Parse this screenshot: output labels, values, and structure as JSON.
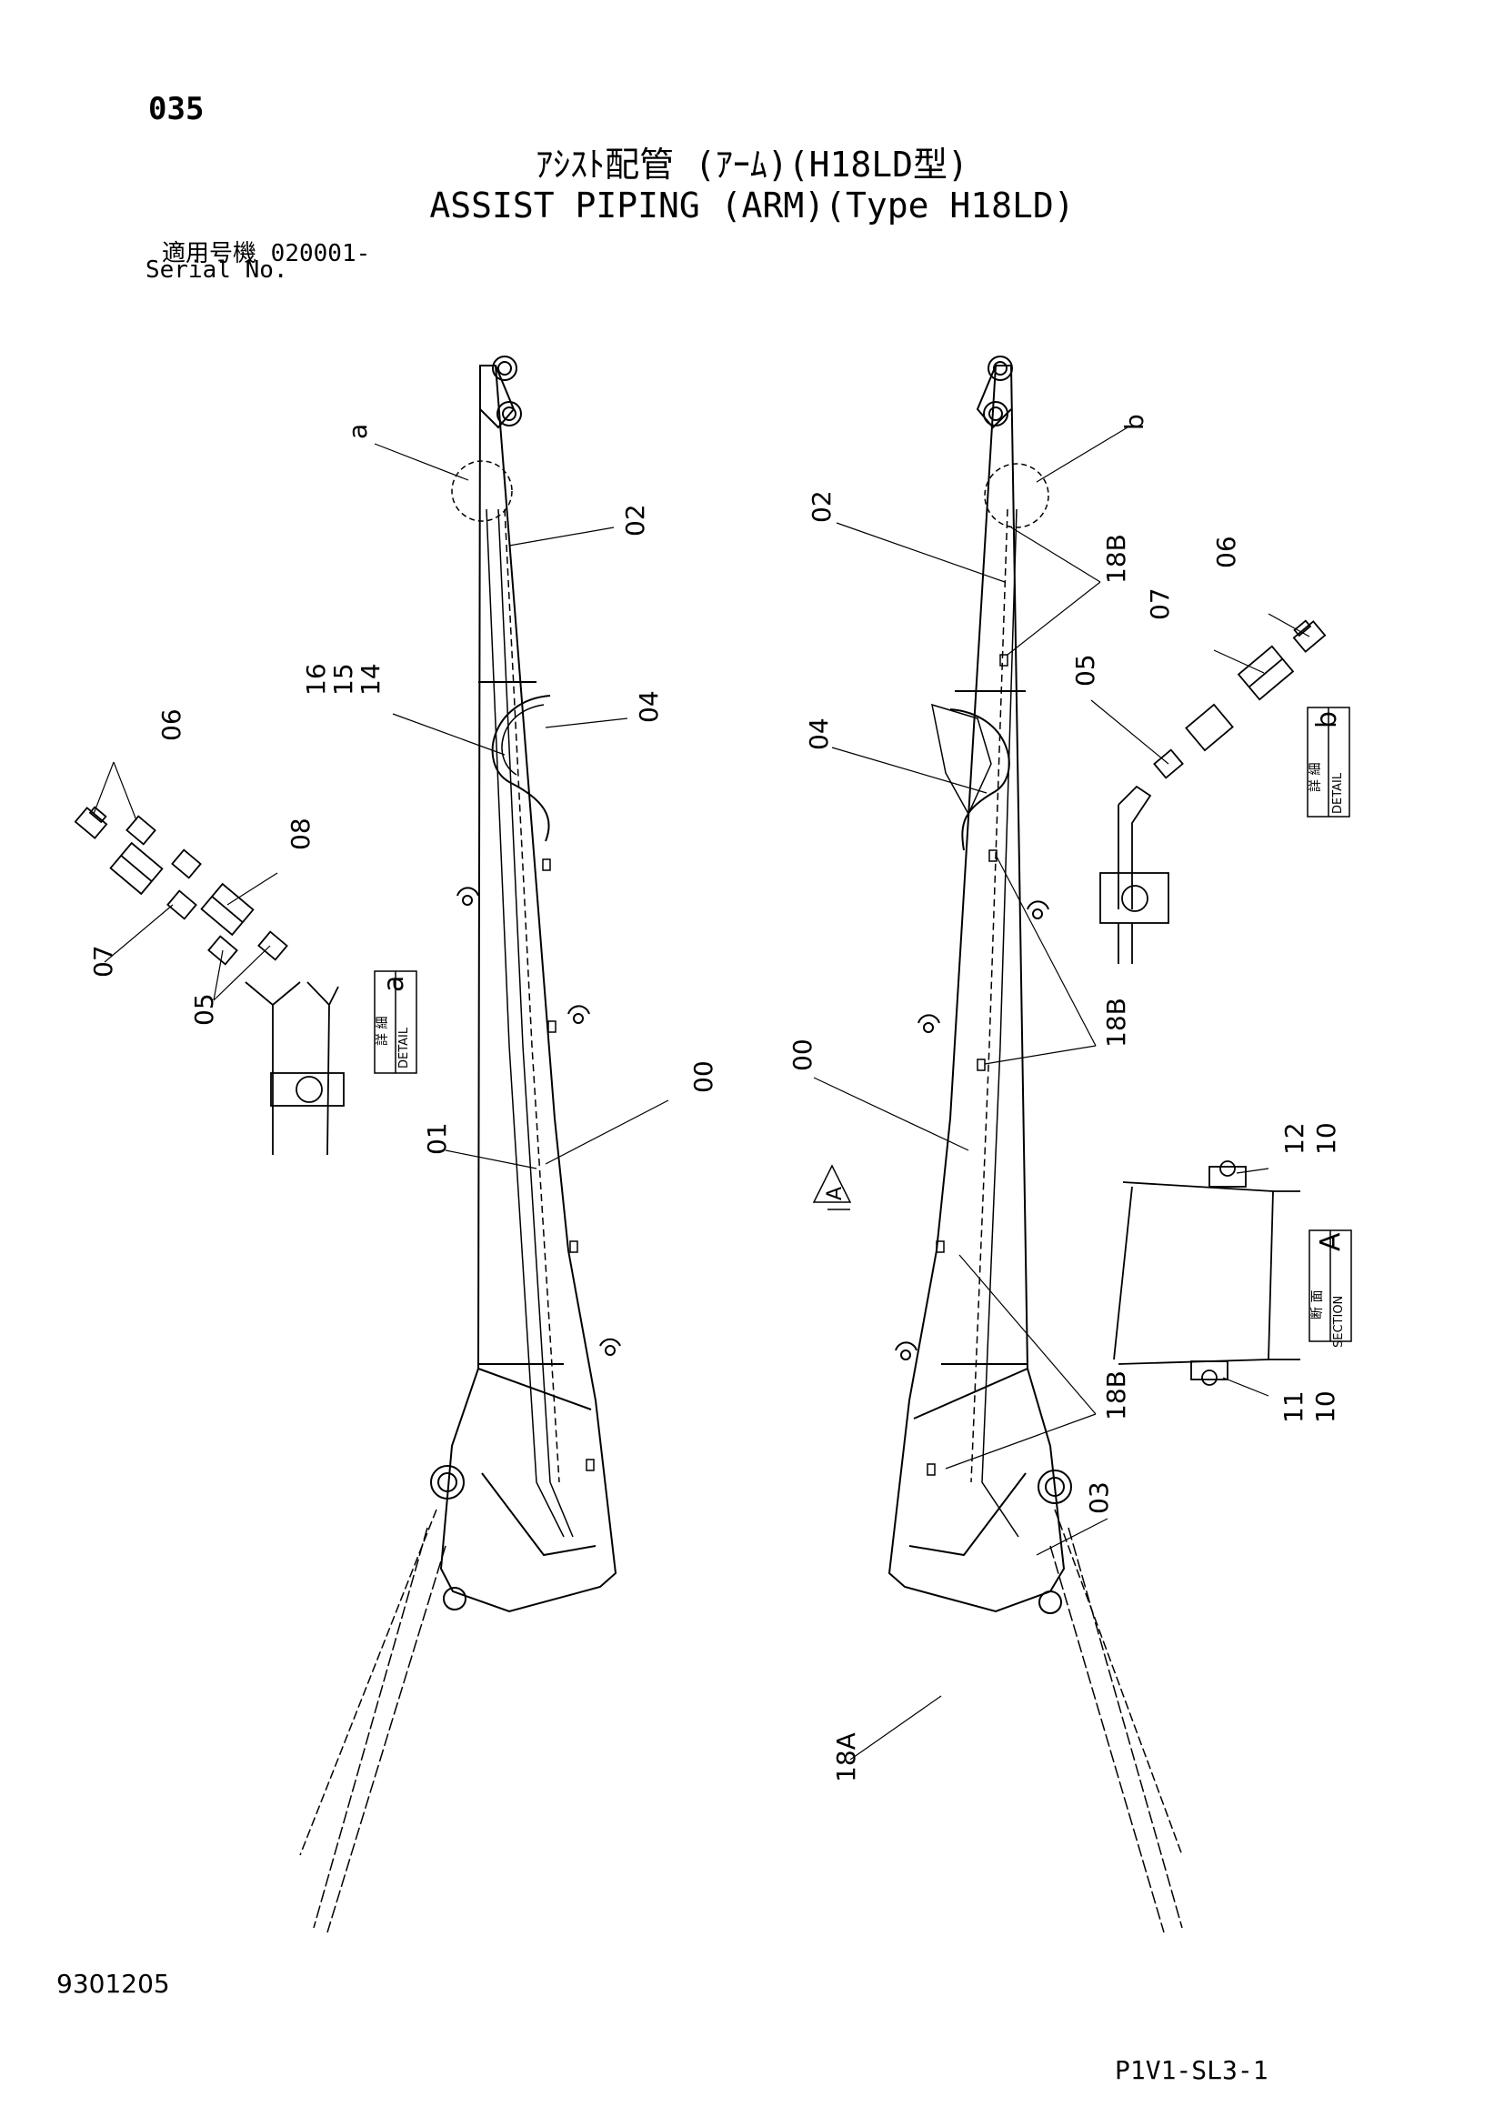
{
  "header": {
    "page_number": "035",
    "title_ja": "ｱｼｽﾄ配管 (ｱｰﾑ)(H18LD型)",
    "title_en": "ASSIST PIPING (ARM)(Type H18LD)",
    "serial_label_ja": "適用号機",
    "serial_value": "020001-",
    "serial_label_en": "Serial No."
  },
  "callouts": {
    "a": "a",
    "b": "b",
    "p00_left": "00",
    "p00_right": "00",
    "p01": "01",
    "p02_left": "02",
    "p02_right": "02",
    "p03": "03",
    "p04_left": "04",
    "p04_right": "04",
    "p05_a": "05",
    "p05_b": "05",
    "p06_a": "06",
    "p06_b": "06",
    "p07_a": "07",
    "p07_b": "07",
    "p08": "08",
    "p10_top": "10",
    "p10_bottom": "10",
    "p11": "11",
    "p12": "12",
    "p14": "14",
    "p15": "15",
    "p16": "16",
    "p18A": "18A",
    "p18B_1": "18B",
    "p18B_2": "18B",
    "p18B_3": "18B",
    "section_view_letter": "A",
    "section_letter": "A"
  },
  "detail_boxes": {
    "detail_a": {
      "ja": "詳 細",
      "en": "DETAIL",
      "letter": "a"
    },
    "detail_b": {
      "ja": "詳 細",
      "en": "DETAIL",
      "letter": "b"
    },
    "section_a": {
      "ja": "断 面",
      "en": "SECTION",
      "letter": "A"
    }
  },
  "footer": {
    "doc_code": "9301205",
    "sheet_code": "P1V1-SL3-1"
  }
}
